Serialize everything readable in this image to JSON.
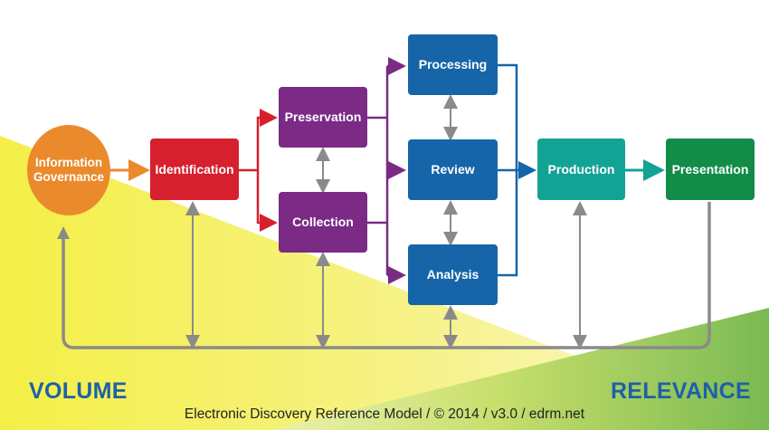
{
  "nodes": {
    "information_governance": {
      "label": "Information Governance",
      "color": "#ea8a2c"
    },
    "identification": {
      "label": "Identification",
      "color": "#d6202e"
    },
    "preservation": {
      "label": "Preservation",
      "color": "#7b2a86"
    },
    "collection": {
      "label": "Collection",
      "color": "#7b2a86"
    },
    "processing": {
      "label": "Processing",
      "color": "#1565a8"
    },
    "review": {
      "label": "Review",
      "color": "#1565a8"
    },
    "analysis": {
      "label": "Analysis",
      "color": "#1565a8"
    },
    "production": {
      "label": "Production",
      "color": "#12a394"
    },
    "presentation": {
      "label": "Presentation",
      "color": "#128c48"
    }
  },
  "volume_label": "VOLUME",
  "relevance_label": "RELEVANCE",
  "footer": "Electronic Discovery Reference Model / © 2014 / v3.0 / edrm.net",
  "colors": {
    "volume_yellow": "#f3ef4f",
    "relevance_green": "#79b84a",
    "connector_gray": "#8a8a8a",
    "label_blue": "#1f5fa8"
  }
}
